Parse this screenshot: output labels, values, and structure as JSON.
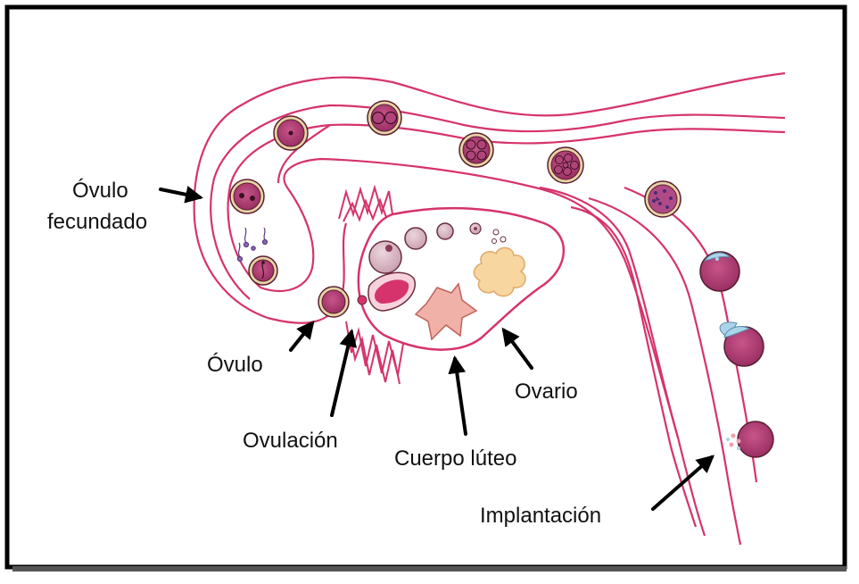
{
  "labels": {
    "ovulo_fecundado_line1": "Óvulo",
    "ovulo_fecundado_line2": "fecundado",
    "ovulo": "Óvulo",
    "ovulacion": "Ovulación",
    "cuerpo_luteo": "Cuerpo lúteo",
    "ovario": "Ovario",
    "implantacion": "Implantación"
  },
  "colors": {
    "frame": "#000000",
    "tube": "#d6336c",
    "egg_fill": "#b0447a",
    "egg_ring": "#e8d3a6",
    "egg_outline": "#5a2030",
    "ovary_follicle": "#d9b8c4",
    "corpus_luteum": "#f0b2a8",
    "corpus_albicans": "#f7d6a0",
    "trophoblast": "#a9d4ea",
    "arrow": "#000000"
  }
}
